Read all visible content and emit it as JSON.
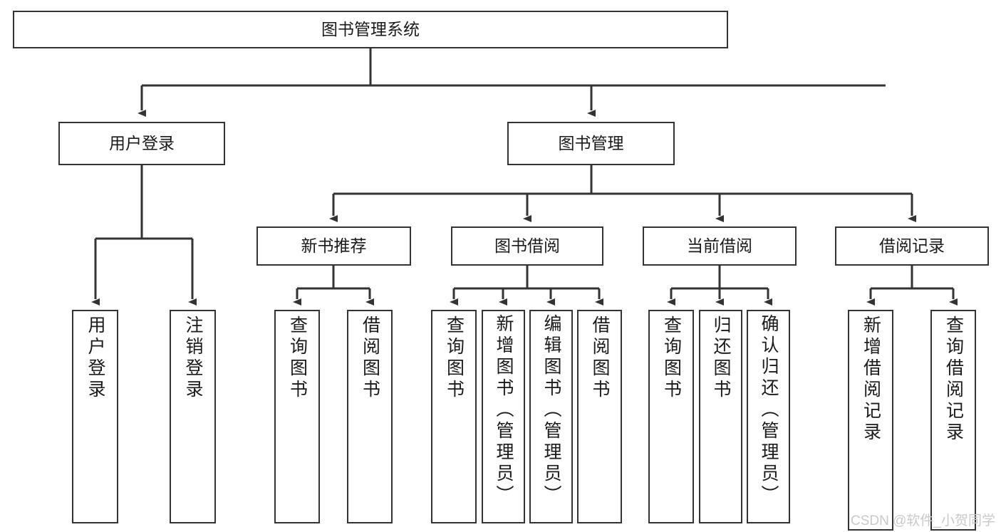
{
  "diagram": {
    "title": "图书管理系统",
    "type": "tree-hierarchy-chart",
    "line_color": "#333333",
    "box_fill": "#ffffff",
    "text_color": "#1a1a1a"
  },
  "root": {
    "label": "图书管理系统"
  },
  "level1": [
    {
      "label": "用户登录"
    },
    {
      "label": "图书管理"
    }
  ],
  "level2": [
    {
      "label": "新书推荐"
    },
    {
      "label": "图书借阅"
    },
    {
      "label": "当前借阅"
    },
    {
      "label": "借阅记录"
    }
  ],
  "leaves": {
    "user_login": [
      {
        "label": "用户登录"
      },
      {
        "label": "注销登录"
      }
    ],
    "new_book_recommend": [
      {
        "label": "查询图书"
      },
      {
        "label": "借阅图书"
      }
    ],
    "book_borrow": [
      {
        "label": "查询图书"
      },
      {
        "label": "新增图书（管理员）"
      },
      {
        "label": "编辑图书（管理员）"
      },
      {
        "label": "借阅图书"
      }
    ],
    "current_borrow": [
      {
        "label": "查询图书"
      },
      {
        "label": "归还图书"
      },
      {
        "label": "确认归还（管理员）"
      }
    ],
    "borrow_record": [
      {
        "label": "新增借阅记录"
      },
      {
        "label": "查询借阅记录"
      }
    ]
  },
  "watermark": {
    "text": "CSDN @软件_小贺同学"
  }
}
